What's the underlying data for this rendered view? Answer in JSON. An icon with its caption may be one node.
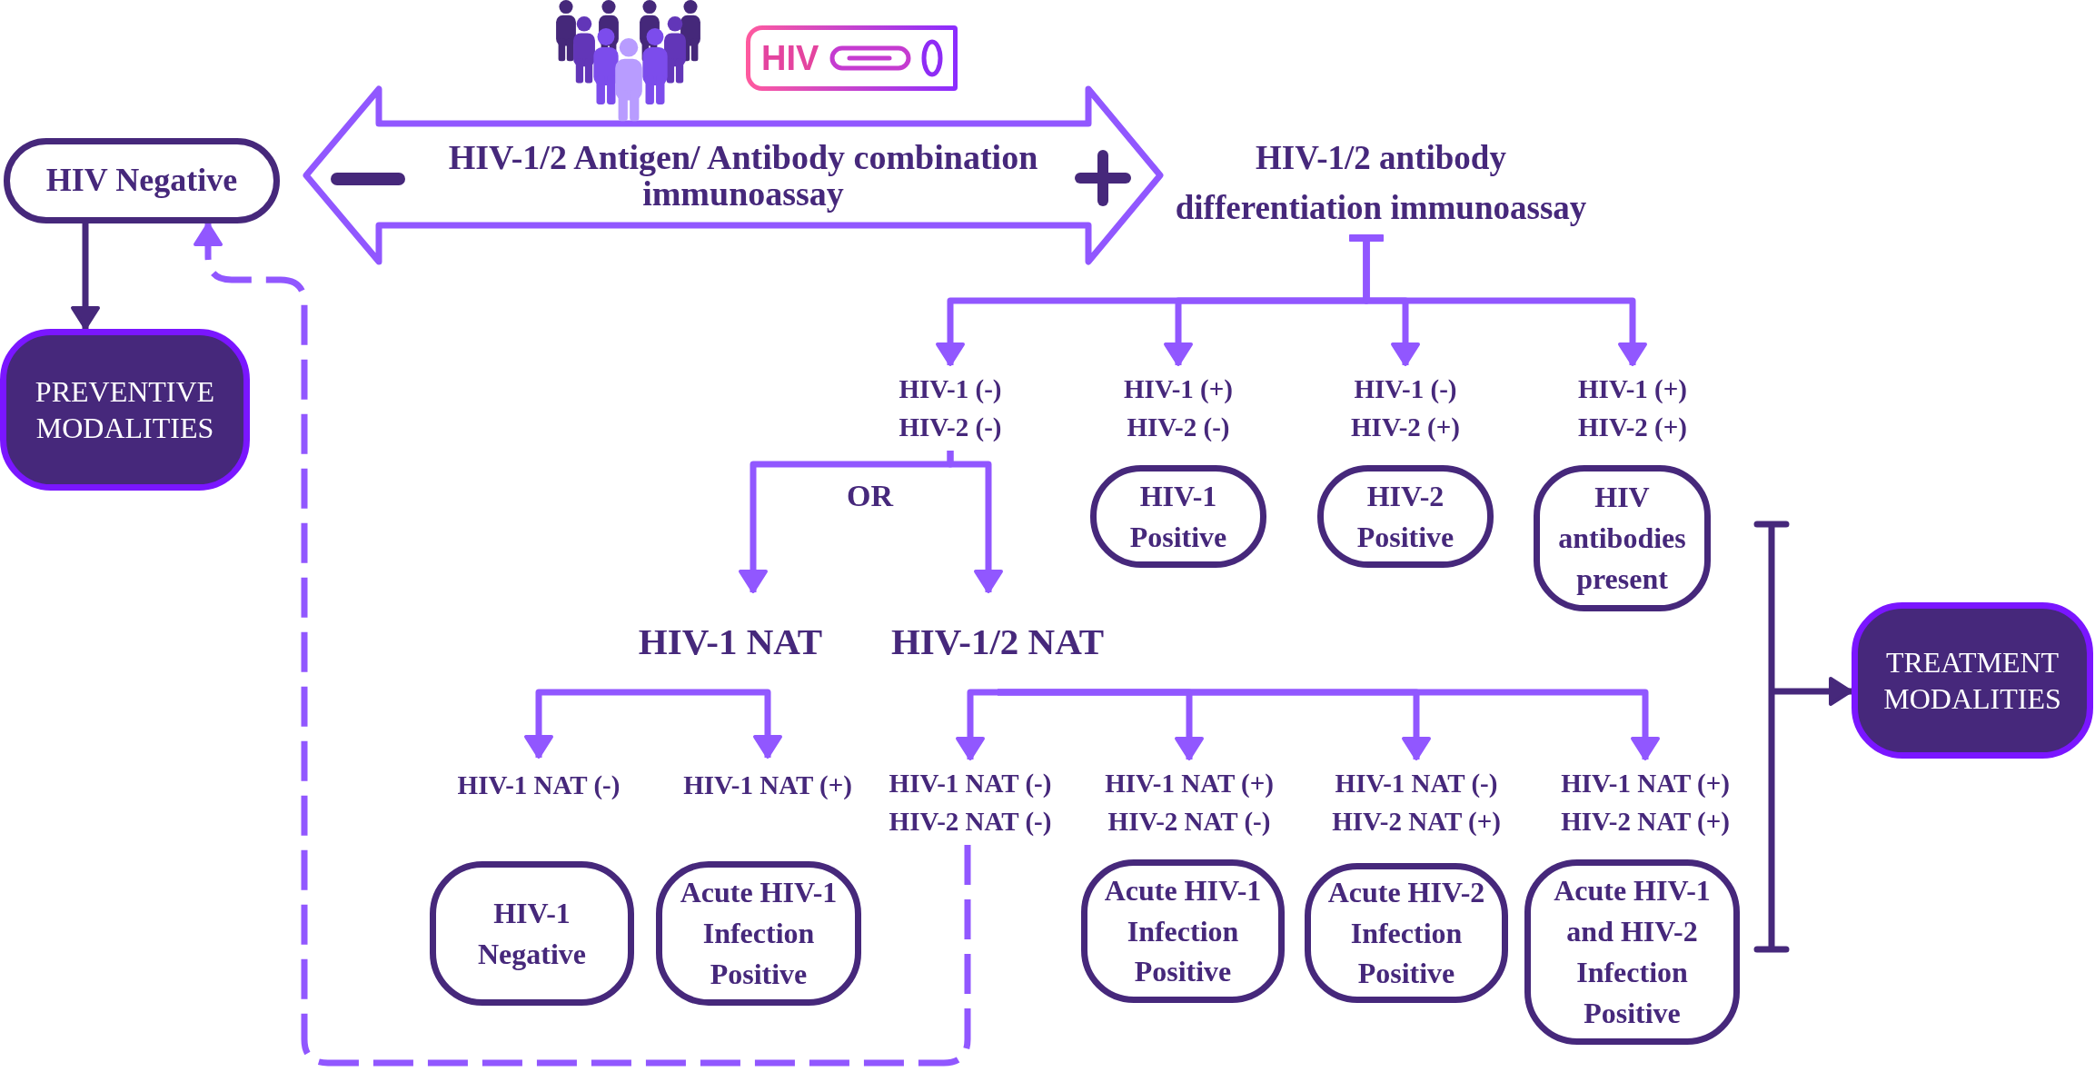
{
  "diagram": {
    "nodes": [
      {
        "text": [
          "HIV Negative"
        ]
      },
      {
        "text": [
          "HIV-1/2 Antigen/ Antibody combination immunoassay"
        ]
      },
      {
        "text": [
          "HIV-1/2 antibody differentiation immunoassay"
        ]
      },
      {
        "text": [
          "PREVENTIVE MODALITIES"
        ]
      },
      {
        "text": [
          "HIV-1 (-)",
          "HIV-2 (-)"
        ]
      },
      {
        "text": [
          "HIV-1 (+)",
          "HIV-2 (-)"
        ]
      },
      {
        "text": [
          "HIV-1 (-)",
          "HIV-2 (+)"
        ]
      },
      {
        "text": [
          "HIV-1 (+)",
          "HIV-2 (+)"
        ]
      },
      {
        "text": [
          "HIV-1 Positive"
        ]
      },
      {
        "text": [
          "HIV-2 Positive"
        ]
      },
      {
        "text": [
          "HIV antibodies present"
        ]
      },
      {
        "text": [
          "TREATMENT MODALITIES"
        ]
      },
      {
        "text": [
          "HIV-1 NAT"
        ]
      },
      {
        "text": [
          "HIV-1/2 NAT"
        ]
      },
      {
        "text": [
          "HIV-1 NAT (-)"
        ]
      },
      {
        "text": [
          "HIV-1 NAT (+)"
        ]
      },
      {
        "text": [
          "HIV-1 NAT (-)",
          "HIV-2 NAT (-)"
        ]
      },
      {
        "text": [
          "HIV-1 NAT (+)",
          "HIV-2 NAT (-)"
        ]
      },
      {
        "text": [
          "HIV-1 NAT (-)",
          "HIV-2 NAT (+)"
        ]
      },
      {
        "text": [
          "HIV-1 NAT (+)",
          "HIV-2 NAT (+)"
        ]
      },
      {
        "text": [
          "HIV-1 Negative"
        ]
      },
      {
        "text": [
          "Acute HIV-1 Infection Positive"
        ]
      },
      {
        "text": [
          "Acute HIV-1 Infection Positive"
        ]
      },
      {
        "text": [
          "Acute HIV-2 Infection Positive"
        ]
      },
      {
        "text": [
          "Acute HIV-1 and HIV-2 Infection Positive"
        ]
      }
    ],
    "edges": [
      {
        "from": 0,
        "to": 3,
        "arrow": "to",
        "color": "#46287b"
      },
      {
        "from": 2,
        "to": 4,
        "arrow": "to"
      },
      {
        "from": 2,
        "to": 5,
        "arrow": "to"
      },
      {
        "from": 2,
        "to": 6,
        "arrow": "to"
      },
      {
        "from": 2,
        "to": 7,
        "arrow": "to"
      },
      {
        "from": 4,
        "to": 12,
        "arrow": "to"
      },
      {
        "from": 4,
        "to": 13,
        "arrow": "to"
      },
      {
        "from": 12,
        "to": 14,
        "arrow": "to"
      },
      {
        "from": 12,
        "to": 15,
        "arrow": "to"
      },
      {
        "from": 13,
        "to": 16,
        "arrow": "to"
      },
      {
        "from": 13,
        "to": 17,
        "arrow": "to"
      },
      {
        "from": 13,
        "to": 18,
        "arrow": "to"
      },
      {
        "from": 13,
        "to": 19,
        "arrow": "to"
      },
      {
        "from": 16,
        "to": 0,
        "arrow": "to",
        "style": "dashed"
      },
      {
        "from": null,
        "to": 11,
        "arrow": "to",
        "color": "#46287b"
      }
    ],
    "labels": [
      "HIV",
      "OR"
    ]
  }
}
